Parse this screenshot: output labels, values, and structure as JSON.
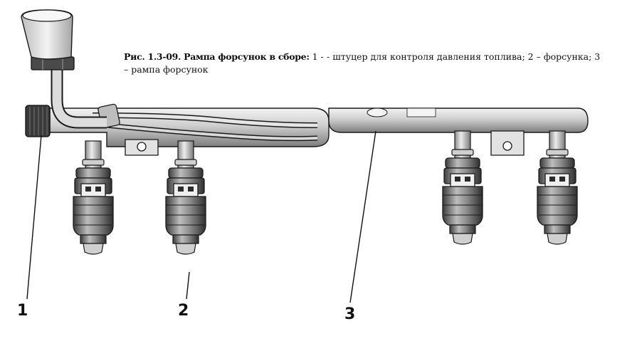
{
  "caption": {
    "label": "Рис. 1.3-09. Рампа форсунок в сборе:",
    "part_a": " 1 -",
    "part_b": "- штуцер для контроля давления топлива; 2 – форсунка; 3",
    "part_c": "– рампа форсунок"
  },
  "callouts": [
    "1",
    "2",
    "3"
  ],
  "colors": {
    "line": "#1a1a1a",
    "metal_light": "#d9d9d9",
    "metal_mid": "#9a9a9a",
    "metal_dark": "#4a4a4a",
    "cap_fill": "#e8e8e8"
  }
}
